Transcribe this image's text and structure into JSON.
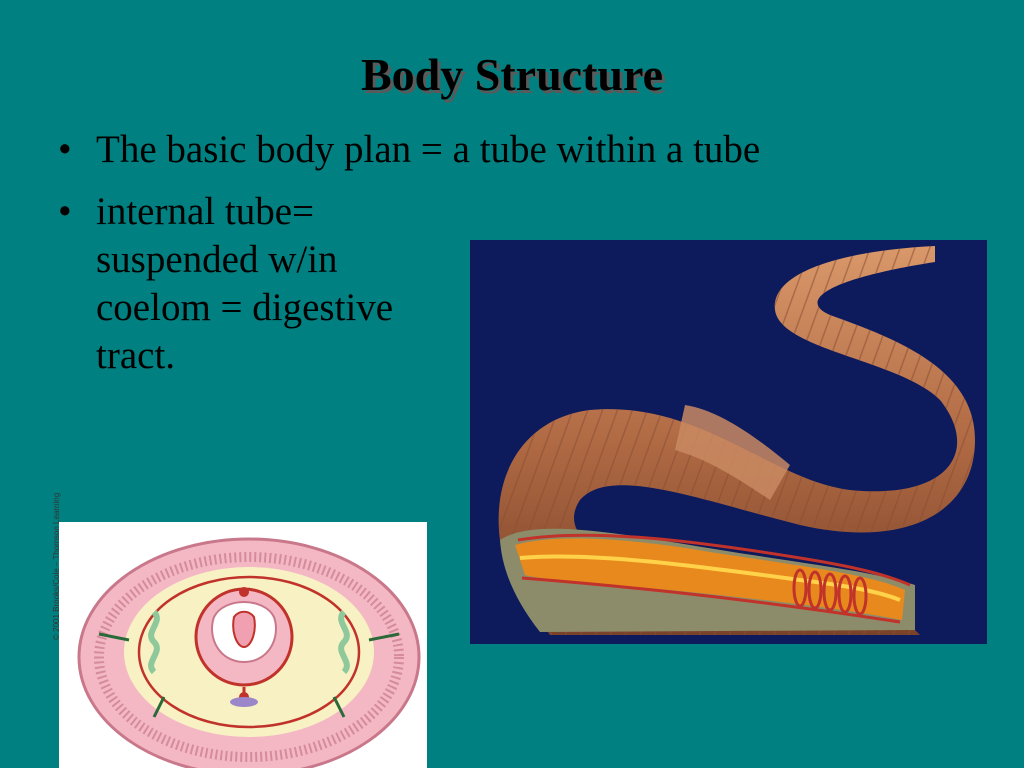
{
  "slide": {
    "title": "Body Structure",
    "bullets": [
      {
        "marker": "•",
        "text": "The basic body plan = a tube within a tube"
      },
      {
        "marker": "•",
        "text": "internal tube= suspended w/in coelom = digestive tract."
      }
    ]
  },
  "images": {
    "worm": {
      "icon": "earthworm-illustration"
    },
    "cross_section": {
      "icon": "earthworm-cross-section-diagram",
      "credit": "© 2001 Brooks/Cole – Thomson Learning"
    }
  },
  "colors": {
    "background": "#008080",
    "worm_panel_bg": "#0d1a5c",
    "worm_body": "#c07a50"
  }
}
